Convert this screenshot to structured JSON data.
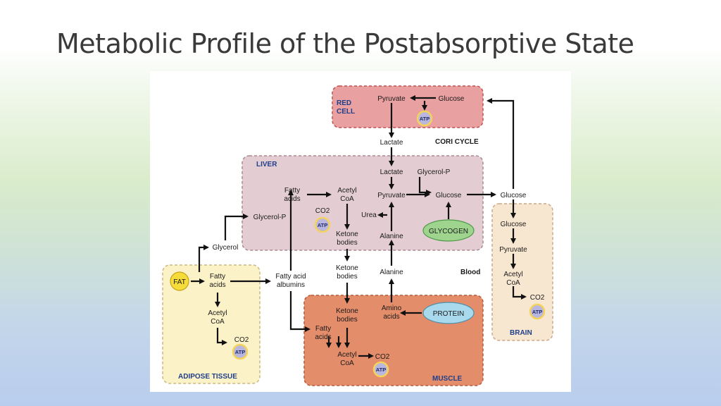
{
  "slide": {
    "title": "Metabolic Profile of the Postabsorptive State"
  },
  "diagram": {
    "compartments": {
      "red_cell": "RED\nCELL",
      "liver": "LIVER",
      "brain": "BRAIN",
      "adipose": "ADIPOSE TISSUE",
      "muscle": "MUSCLE"
    },
    "labels": {
      "cori_cycle": "CORI CYCLE",
      "blood": "Blood"
    },
    "nodes": {
      "rc_pyruvate": "Pyruvate",
      "rc_glucose": "Glucose",
      "rc_atp": "ATP",
      "lactate_blood": "Lactate",
      "lv_lactate": "Lactate",
      "lv_glycerol_p_top": "Glycerol-P",
      "lv_fatty_acids": "Fatty\nacids",
      "lv_acetyl_coa": "Acetyl\nCoA",
      "lv_pyruvate": "Pyruvate",
      "lv_glucose": "Glucose",
      "lv_co2": "CO2",
      "lv_atp": "ATP",
      "lv_urea": "Urea",
      "lv_glycerol_p_left": "Glycerol-P",
      "lv_ketone_bodies": "Ketone\nbodies",
      "lv_alanine": "Alanine",
      "lv_glycogen": "GLYCOGEN",
      "glucose_blood": "Glucose",
      "glycerol_blood": "Glycerol",
      "ketone_blood": "Ketone\nbodies",
      "alanine_blood": "Alanine",
      "fatty_acid_albumins": "Fatty acid\nalbumins",
      "ad_fat": "FAT",
      "ad_fatty_acids": "Fatty\nacids",
      "ad_acetyl_coa": "Acetyl\nCoA",
      "ad_co2": "CO2",
      "ad_atp": "ATP",
      "mu_ketone_bodies": "Ketone\nbodies",
      "mu_amino_acids": "Amino\nacids",
      "mu_protein": "PROTEIN",
      "mu_fatty_acids": "Fatty\nacids",
      "mu_acetyl_coa": "Acetyl\nCoA",
      "mu_co2": "CO2",
      "mu_atp": "ATP",
      "br_glucose": "Glucose",
      "br_pyruvate": "Pyruvate",
      "br_acetyl_coa": "Acetyl\nCoA",
      "br_co2": "CO2",
      "br_atp": "ATP"
    }
  },
  "colors": {
    "red_cell_fill": "#e8a0a0",
    "red_cell_stroke": "#c25050",
    "liver_fill": "#e3cdd3",
    "liver_stroke": "#a88a92",
    "brain_fill": "#f8e7d0",
    "brain_stroke": "#c9a98a",
    "adipose_fill": "#fcf2c8",
    "adipose_stroke": "#c9b880",
    "muscle_fill": "#e48d6b",
    "muscle_stroke": "#b85a3a",
    "glycogen_fill": "#9fd48e",
    "protein_fill": "#a9d9ec",
    "fat_fill": "#f6dc3a",
    "atp_fill": "#b9b6e0",
    "atp_ring": "#f3d35b"
  }
}
